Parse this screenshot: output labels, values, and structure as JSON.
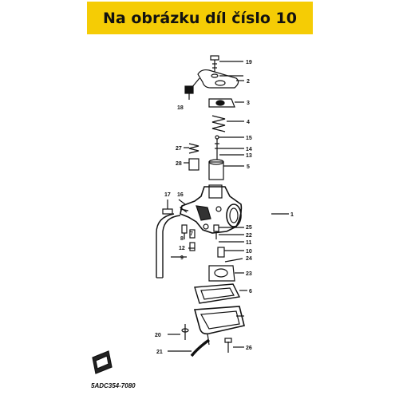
{
  "banner": {
    "text": "Na obrázku díl číslo 10",
    "color": "#f5cc05"
  },
  "diagram_code": "5ADC354-7080",
  "labels": {
    "p1": "1",
    "p2": "2",
    "p3": "3",
    "p4": "4",
    "p5": "5",
    "p6": "6",
    "p7": "7",
    "p8": "8",
    "p9": "9",
    "p10": "10",
    "p11": "11",
    "p12": "12",
    "p13": "13",
    "p14": "14",
    "p15": "15",
    "p16": "16",
    "p17": "17",
    "p18": "18",
    "p19": "19",
    "p20": "20",
    "p21": "21",
    "p22": "22",
    "p23": "23",
    "p24": "24",
    "p25": "25",
    "p26": "26",
    "p27": "27",
    "p28": "28"
  }
}
